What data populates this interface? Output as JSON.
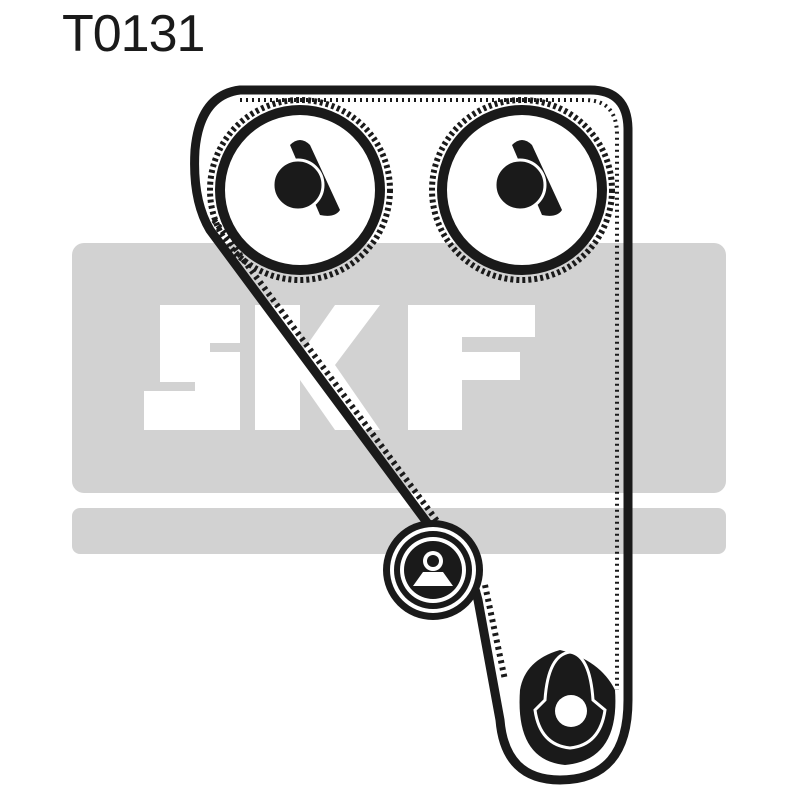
{
  "header": {
    "part_number": "T0131"
  },
  "logo": {
    "text": "SKF",
    "background_color": "#d2d2d2",
    "text_color": "#ffffff"
  },
  "diagram": {
    "type": "timing-belt-layout",
    "belt_color": "#1a1a1a",
    "components": [
      {
        "name": "camshaft-pulley-left",
        "shape": "toothed-sprocket"
      },
      {
        "name": "camshaft-pulley-right",
        "shape": "toothed-sprocket"
      },
      {
        "name": "tensioner-pulley",
        "shape": "smooth-roller"
      },
      {
        "name": "crankshaft-pulley",
        "shape": "toothed-sprocket"
      }
    ]
  }
}
